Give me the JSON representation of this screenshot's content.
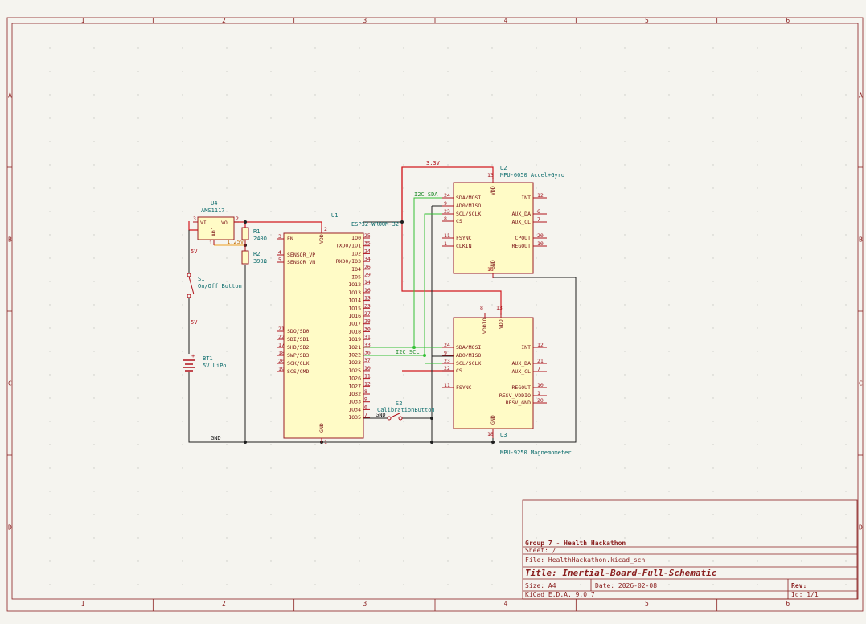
{
  "frame": {
    "cols": [
      "1",
      "2",
      "3",
      "4",
      "5",
      "6"
    ],
    "rows": [
      "A",
      "B",
      "C",
      "D"
    ]
  },
  "components": {
    "u4": {
      "ref": "U4",
      "value": "AMS1117",
      "pin_vi": "VI",
      "pin_vo": "VO",
      "pin_adj": "ADJ",
      "pin3": "3",
      "pin2": "2",
      "pin1": "1"
    },
    "r1": {
      "ref": "R1",
      "value": "240Ω"
    },
    "r2": {
      "ref": "R2",
      "value": "390Ω"
    },
    "s1": {
      "ref": "S1",
      "value": "On/Off Button"
    },
    "bt1": {
      "ref": "BT1",
      "value": "5V LiPo",
      "plus": "+"
    },
    "s2": {
      "ref": "S2",
      "value": "CalibrationButton"
    },
    "u1": {
      "ref": "U1",
      "value": "ESP32-WROOM-32",
      "vdd": "VDD",
      "gnd": "GND",
      "vdd_num": "2",
      "gnd_num": "1",
      "left_pins": [
        {
          "name": "EN",
          "num": "3"
        },
        {
          "name": "SENSOR_VP",
          "num": "4"
        },
        {
          "name": "SENSOR_VN",
          "num": "5"
        },
        {
          "name": "SDO/SD0",
          "num": "21"
        },
        {
          "name": "SDI/SD1",
          "num": "22"
        },
        {
          "name": "SHD/SD2",
          "num": "17"
        },
        {
          "name": "SWP/SD3",
          "num": "18"
        },
        {
          "name": "SCK/CLK",
          "num": "20"
        },
        {
          "name": "SCS/CMD",
          "num": "19"
        }
      ],
      "right_pins": [
        {
          "name": "IO0",
          "num": "25"
        },
        {
          "name": "TXD0/IO1",
          "num": "35"
        },
        {
          "name": "IO2",
          "num": "24"
        },
        {
          "name": "RXD0/IO3",
          "num": "34"
        },
        {
          "name": "IO4",
          "num": "26"
        },
        {
          "name": "IO5",
          "num": "29"
        },
        {
          "name": "IO12",
          "num": "14"
        },
        {
          "name": "IO13",
          "num": "16"
        },
        {
          "name": "IO14",
          "num": "13"
        },
        {
          "name": "IO15",
          "num": "23"
        },
        {
          "name": "IO16",
          "num": "27"
        },
        {
          "name": "IO17",
          "num": "28"
        },
        {
          "name": "IO18",
          "num": "30"
        },
        {
          "name": "IO19",
          "num": "31"
        },
        {
          "name": "IO21",
          "num": "33"
        },
        {
          "name": "IO22",
          "num": "36"
        },
        {
          "name": "IO23",
          "num": "37"
        },
        {
          "name": "IO25",
          "num": "10"
        },
        {
          "name": "IO26",
          "num": "11"
        },
        {
          "name": "IO27",
          "num": "12"
        },
        {
          "name": "IO32",
          "num": "8"
        },
        {
          "name": "IO33",
          "num": "9"
        },
        {
          "name": "IO34",
          "num": "6"
        },
        {
          "name": "IO35",
          "num": "7"
        }
      ]
    },
    "u2": {
      "ref": "U2",
      "value": "MPU-6050 Accel+Gyro",
      "vdd": "VDD",
      "gnd": "GND",
      "vdd_num": "13",
      "gnd_num": "18",
      "left_pins": [
        {
          "name": "SDA/MOSI",
          "num": "24"
        },
        {
          "name": "AD0/MISO",
          "num": "9"
        },
        {
          "name": "SCL/SCLK",
          "num": "23"
        },
        {
          "name": "CS",
          "num": "8"
        },
        {
          "name": "FSYNC",
          "num": "11"
        },
        {
          "name": "CLKIN",
          "num": "1"
        }
      ],
      "right_pins": [
        {
          "name": "INT",
          "num": "12"
        },
        {
          "name": "AUX_DA",
          "num": "6"
        },
        {
          "name": "AUX_CL",
          "num": "7"
        },
        {
          "name": "CPOUT",
          "num": "20"
        },
        {
          "name": "REGOUT",
          "num": "10"
        }
      ]
    },
    "u3": {
      "ref": "U3",
      "value": "MPU-9250 Magnemometer",
      "vddio": "VDDIO",
      "vdd": "VDD",
      "gnd": "GND",
      "vddio_num": "8",
      "vdd_num": "13",
      "gnd_num": "18",
      "left_pins": [
        {
          "name": "SDA/MOSI",
          "num": "24"
        },
        {
          "name": "AD0/MISO",
          "num": "9"
        },
        {
          "name": "SCL/SCLK",
          "num": "23"
        },
        {
          "name": "CS",
          "num": "22"
        },
        {
          "name": "FSYNC",
          "num": "11"
        }
      ],
      "right_pins": [
        {
          "name": "INT",
          "num": "12"
        },
        {
          "name": "AUX_DA",
          "num": "21"
        },
        {
          "name": "AUX_CL",
          "num": "7"
        },
        {
          "name": "REGOUT",
          "num": "10"
        },
        {
          "name": "RESV_VDDIO",
          "num": "1"
        },
        {
          "name": "RESV_GND",
          "num": "20"
        }
      ]
    }
  },
  "nets": {
    "v33": "3.3V",
    "v5a": "5V",
    "v5b": "5V",
    "adj": "1.25V",
    "sda": "I2C SDA",
    "scl": "I2C SCL",
    "gnd_main": "GND",
    "gnd_btn": "GND"
  },
  "title_block": {
    "company": "Group 7 - Health Hackathon",
    "sheet": "Sheet: /",
    "file": "File: HealthHackathon.kicad_sch",
    "title": "Title: Inertial-Board-Full-Schematic",
    "size": "Size: A4",
    "date": "Date: 2026-02-08",
    "rev": "Rev:",
    "tool": "KiCad E.D.A. 9.0.7",
    "id": "Id: 1/1"
  },
  "colors": {
    "frame": "#8a1f1f",
    "wire": "#1e1e1e",
    "power": "#d2191f",
    "i2c": "#35c035",
    "component": "#fffbc6",
    "reference": "#0a6b6b"
  }
}
